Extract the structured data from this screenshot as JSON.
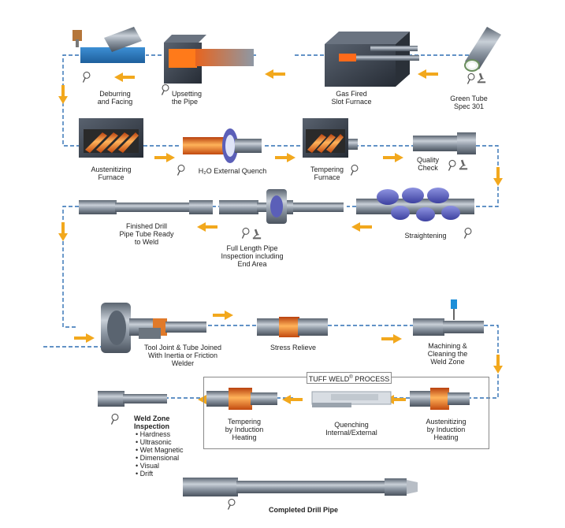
{
  "steps": {
    "green_tube": [
      "Green Tube",
      "Spec 301"
    ],
    "gas_fired": [
      "Gas Fired",
      "Slot Furnace"
    ],
    "upsetting": [
      "Upsetting",
      "the Pipe"
    ],
    "deburring": [
      "Deburring",
      "and Facing"
    ],
    "austenitizing_furnace": [
      "Austenitizing",
      "Furnace"
    ],
    "quench": "H₂O External Quench",
    "tempering_furnace": [
      "Tempering",
      "Furnace"
    ],
    "quality_check": [
      "Quality",
      "Check"
    ],
    "straightening": "Straightening",
    "full_length": [
      "Full Length Pipe",
      "Inspection including",
      "End Area"
    ],
    "finished_drill": [
      "Finished Drill",
      "Pipe Tube Ready",
      "to Weld"
    ],
    "tool_joint": [
      "Tool Joint & Tube Joined",
      "With Inertia or Friction",
      "Welder"
    ],
    "stress_relieve": "Stress Relieve",
    "machining": [
      "Machining &",
      "Cleaning the",
      "Weld Zone"
    ],
    "tuff_weld_title": "TUFF WELD",
    "tuff_weld_mark": "®",
    "tuff_weld_suffix": " PROCESS",
    "austenitizing_induction": [
      "Austenitizing",
      "by Induction",
      "Heating"
    ],
    "quenching": [
      "Quenching",
      "Internal/External"
    ],
    "tempering_induction": [
      "Tempering",
      "by Induction",
      "Heating"
    ],
    "weld_zone_title": [
      "Weld Zone",
      "Inspection"
    ],
    "weld_zone_items": [
      "• Hardness",
      "• Ultrasonic",
      "• Wet Magnetic",
      "• Dimensional",
      "• Visual",
      "• Drift"
    ],
    "completed": "Completed Drill Pipe"
  },
  "colors": {
    "flow_line": "#2f6fb3",
    "arrow": "#f2a81d",
    "pipe": "#8e98a4",
    "hot": "#e8641e",
    "furnace": "#3c4450",
    "magnet": "#5b5fb8",
    "icon": "#555555"
  },
  "icons": [
    "magnifier-icon",
    "microscope-icon",
    "flow-arrow-icon"
  ]
}
